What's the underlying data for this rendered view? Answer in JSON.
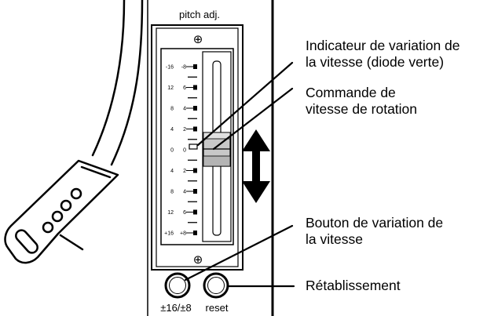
{
  "panel": {
    "title": "pitch adj.",
    "top_symbol": "⊕",
    "bottom_symbol": "⊕"
  },
  "scale": {
    "rows": [
      {
        "outer": "-16",
        "inner": "-8"
      },
      {
        "outer": "12",
        "inner": "6"
      },
      {
        "outer": "8",
        "inner": "4"
      },
      {
        "outer": "4",
        "inner": "2"
      },
      {
        "outer": "0",
        "inner": "0"
      },
      {
        "outer": "4",
        "inner": "2"
      },
      {
        "outer": "8",
        "inner": "4"
      },
      {
        "outer": "12",
        "inner": "6"
      },
      {
        "outer": "+16",
        "inner": "+8"
      }
    ]
  },
  "buttons": {
    "range_label": "±16/±8",
    "reset_label": "reset"
  },
  "callouts": {
    "indicator_line1": "Indicateur de variation de",
    "indicator_line2": "la vitesse (diode verte)",
    "control_line1": "Commande de",
    "control_line2": "vitesse de rotation",
    "button_line1": "Bouton de variation de",
    "button_line2": "la vitesse",
    "reset": "Rétablissement"
  }
}
